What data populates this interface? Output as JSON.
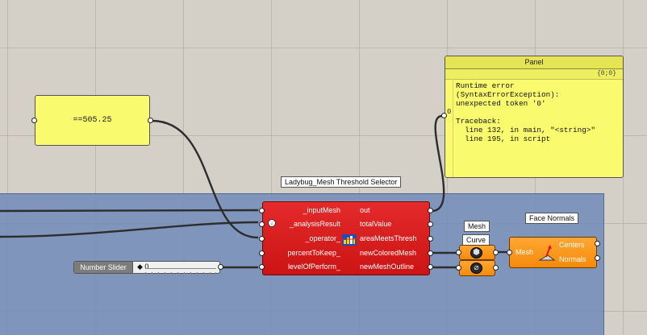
{
  "value_panel": {
    "text": "==505.25"
  },
  "panel": {
    "title": "Panel",
    "header": "{0;0}",
    "index": "0",
    "content": "Runtime error\n(SyntaxErrorException):\nunexpected token '0'\n\nTraceback:\n  line 132, in main, \"<string>\"\n  line 195, in script"
  },
  "ladybug": {
    "tooltip": "Ladybug_Mesh Threshold Selector",
    "inputs": [
      "_inputMesh",
      "_analysisResult",
      "_operator_",
      "percentToKeep_",
      "levelOfPerform_"
    ],
    "outputs": [
      "out",
      "totalValue",
      "areaMeetsThresh",
      "newColoredMesh",
      "newMeshOutline"
    ],
    "flatten_glyph": "↓"
  },
  "slider": {
    "label": "Number Slider",
    "value": "◆ 0"
  },
  "mesh_param": {
    "tooltip": "Mesh"
  },
  "curve_param": {
    "tooltip": "Curve"
  },
  "face_normals": {
    "tooltip": "Face Normals",
    "input": "Mesh",
    "outputs": [
      "Centers",
      "Normals"
    ]
  },
  "colors": {
    "component_red": "#cc1414",
    "param_orange": "#f58a0a",
    "panel_yellow": "#fafa6e",
    "group_blue": "#6e87b9"
  }
}
